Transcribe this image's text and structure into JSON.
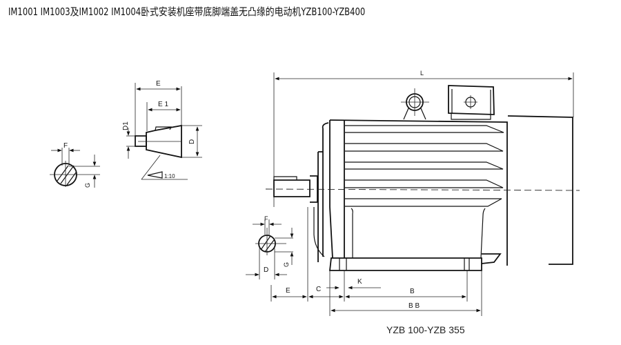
{
  "title": "IM1001 IM1003及IM1002 IM1004卧式安装机座带底脚端盖无凸缘的电动机YZB100-YZB400",
  "caption": "YZB 100-YZB 355",
  "shaft_detail": {
    "E": "E",
    "E1": "E 1",
    "D1": "D1",
    "D": "D",
    "taper": "1:10",
    "F": "F",
    "G": "G"
  },
  "main_view": {
    "L": "L",
    "F": "F",
    "G": "G",
    "D": "D",
    "E": "E",
    "C": "C",
    "K": "K",
    "B": "B",
    "BB": "B B"
  }
}
